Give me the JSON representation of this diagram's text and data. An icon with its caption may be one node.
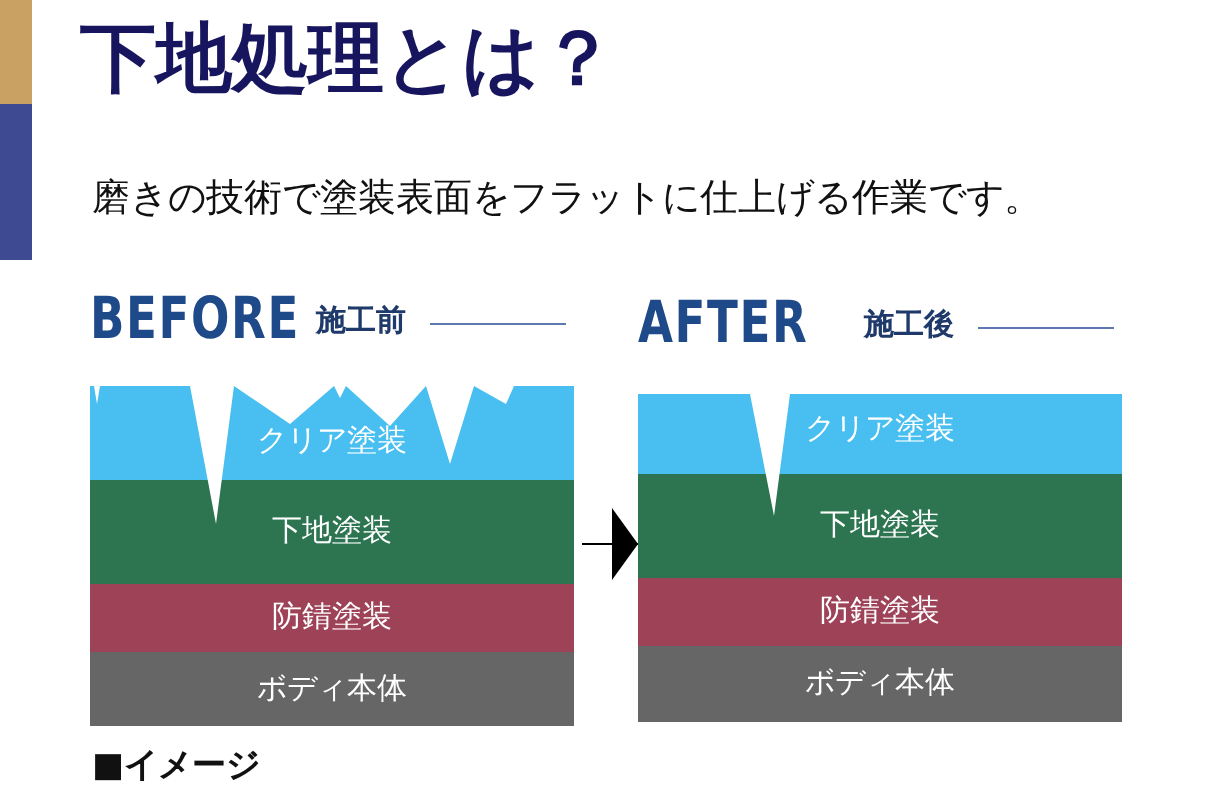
{
  "diagram": {
    "title": "下地処理とは？",
    "caption": "磨きの技術で塗装表面をフラットに仕上げる作業です。",
    "nodes": [
      {
        "text": [
          "BEFORE",
          "施工前"
        ]
      },
      {
        "text": [
          "クリア塗装"
        ],
        "in": 0
      },
      {
        "text": [
          "下地塗装"
        ],
        "in": 0
      },
      {
        "text": [
          "防錆塗装"
        ],
        "in": 0
      },
      {
        "text": [
          "ボディ本体"
        ],
        "in": 0
      },
      {
        "text": [
          "AFTER",
          "施工後"
        ]
      },
      {
        "text": [
          "クリア塗装"
        ],
        "in": 5
      },
      {
        "text": [
          "下地塗装"
        ],
        "in": 5
      },
      {
        "text": [
          "防錆塗装"
        ],
        "in": 5
      },
      {
        "text": [
          "ボディ本体"
        ],
        "in": 5
      }
    ],
    "edges": [
      {
        "from": 0,
        "to": 5,
        "arrow": "to"
      }
    ],
    "labels": [
      "■イメージ"
    ]
  }
}
